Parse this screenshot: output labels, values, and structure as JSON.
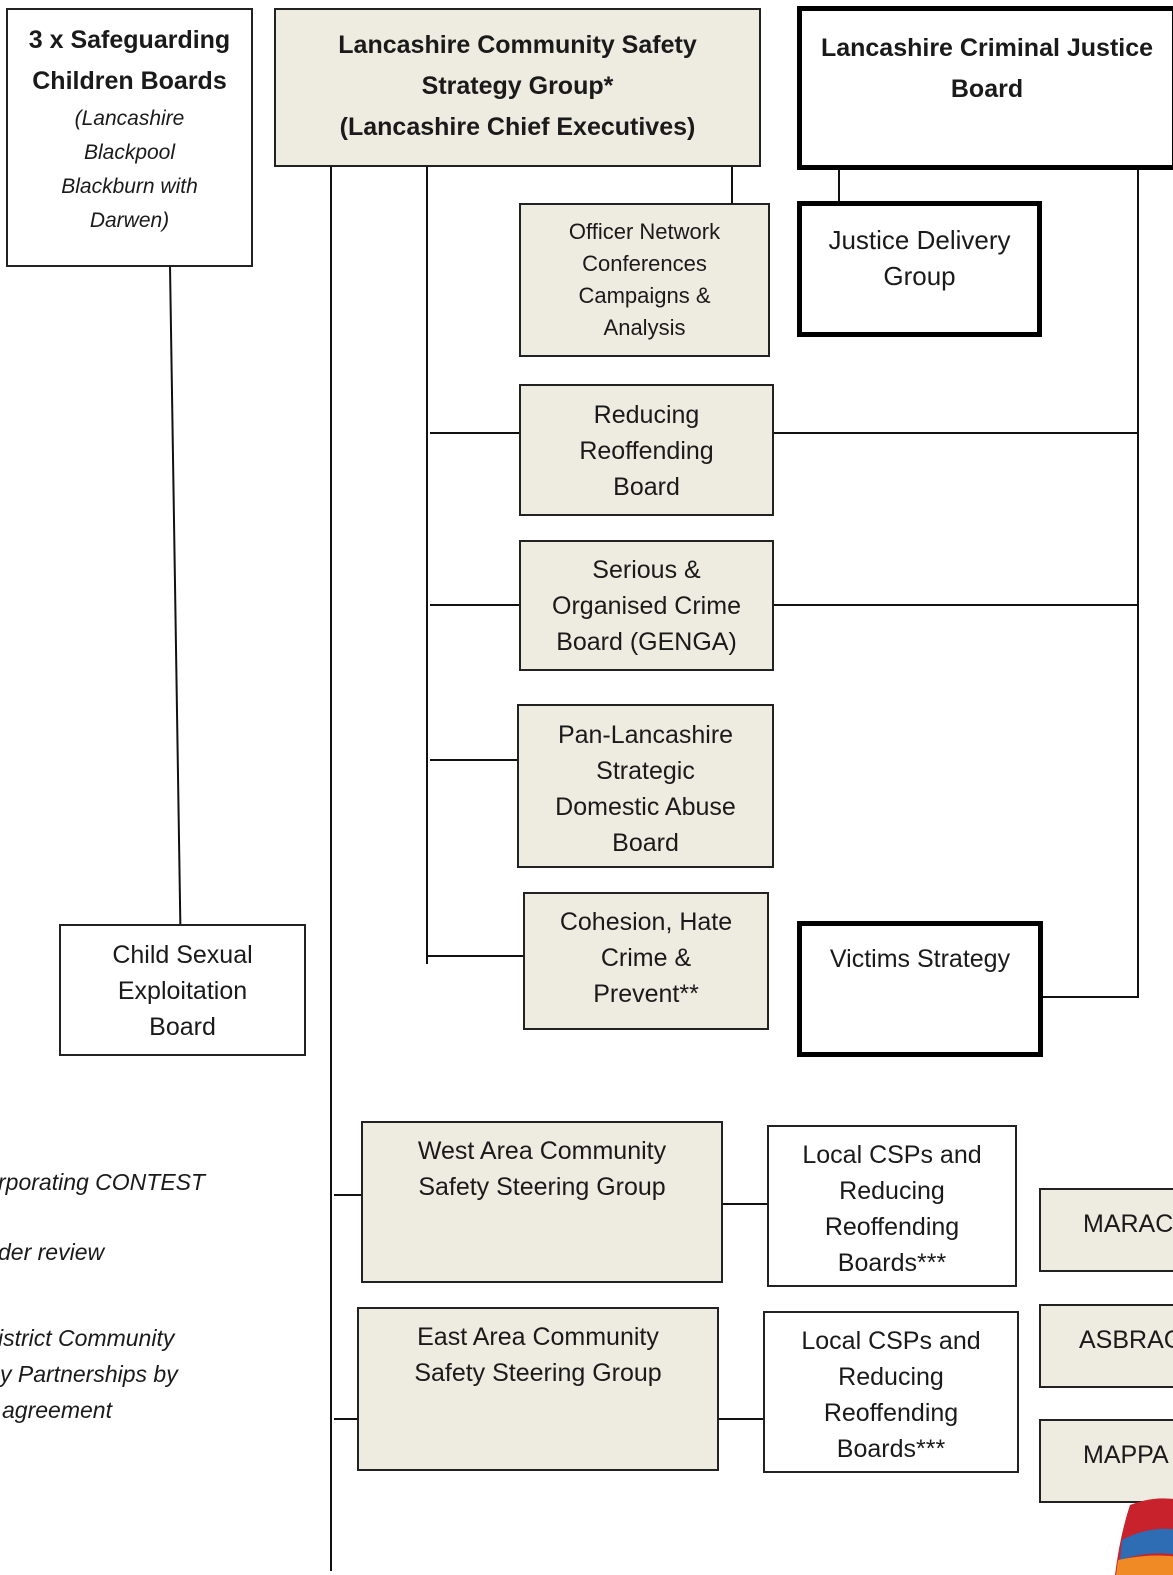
{
  "boxes": {
    "safeguarding": {
      "title": [
        "3 x Safeguarding",
        "Children Boards"
      ],
      "subtitle": [
        "(Lancashire",
        "Blackpool",
        "Blackburn with",
        "Darwen)"
      ]
    },
    "community_safety": [
      "Lancashire Community Safety",
      "Strategy Group*",
      "(Lancashire Chief Executives)"
    ],
    "criminal_justice": [
      "Lancashire Criminal Justice",
      "Board"
    ],
    "officer_network": [
      "Officer Network",
      "Conferences",
      "Campaigns &",
      "Analysis"
    ],
    "justice_delivery": [
      "Justice Delivery",
      "Group"
    ],
    "reducing_reoffending": [
      "Reducing",
      "Reoffending",
      "Board"
    ],
    "serious_crime": [
      "Serious &",
      "Organised Crime",
      "Board (GENGA)"
    ],
    "domestic_abuse": [
      "Pan-Lancashire",
      "Strategic",
      "Domestic Abuse",
      "Board"
    ],
    "cohesion": [
      "Cohesion, Hate",
      "Crime &",
      "Prevent**"
    ],
    "victims": [
      "Victims Strategy"
    ],
    "cse": [
      "Child Sexual",
      "Exploitation",
      "Board"
    ],
    "west_area": [
      "West Area Community",
      "Safety Steering Group"
    ],
    "east_area": [
      "East Area Community",
      "Safety Steering Group"
    ],
    "local_csp_west": [
      "Local CSPs and",
      "Reducing",
      "Reoffending",
      "Boards***"
    ],
    "local_csp_east": [
      "Local CSPs and",
      "Reducing",
      "Reoffending",
      "Boards***"
    ],
    "marac": [
      "MARAC"
    ],
    "asbrac": [
      "ASBRAC"
    ],
    "mappa": [
      "MAPPA"
    ]
  },
  "notes": {
    "n1": "rporating CONTEST",
    "n2": "der review",
    "n3": [
      "istrict Community",
      "y Partnerships by",
      "agreement"
    ]
  }
}
